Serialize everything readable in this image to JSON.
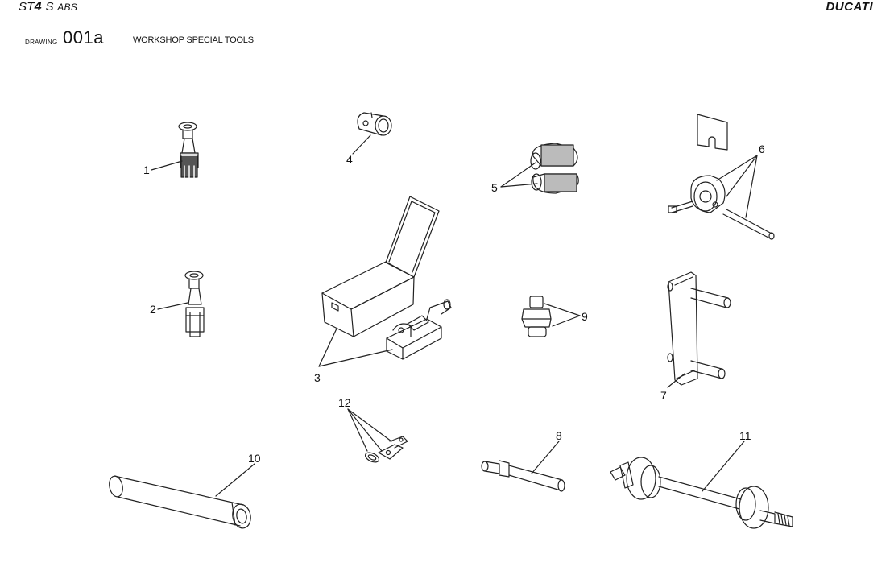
{
  "header": {
    "model_prefix": "ST",
    "model_number": "4",
    "model_suffix": "S",
    "model_small": "ABS",
    "brand": "DUCATI"
  },
  "drawing": {
    "label": "DRAWING",
    "number": "001a",
    "title": "WORKSHOP SPECIAL TOOLS"
  },
  "callouts": {
    "c1": "1",
    "c2": "2",
    "c3": "3",
    "c4": "4",
    "c5": "5",
    "c6": "6",
    "c7": "7",
    "c8": "8",
    "c9": "9",
    "c10": "10",
    "c11": "11",
    "c12": "12"
  },
  "colors": {
    "line": "#222222",
    "paper": "#ffffff"
  }
}
